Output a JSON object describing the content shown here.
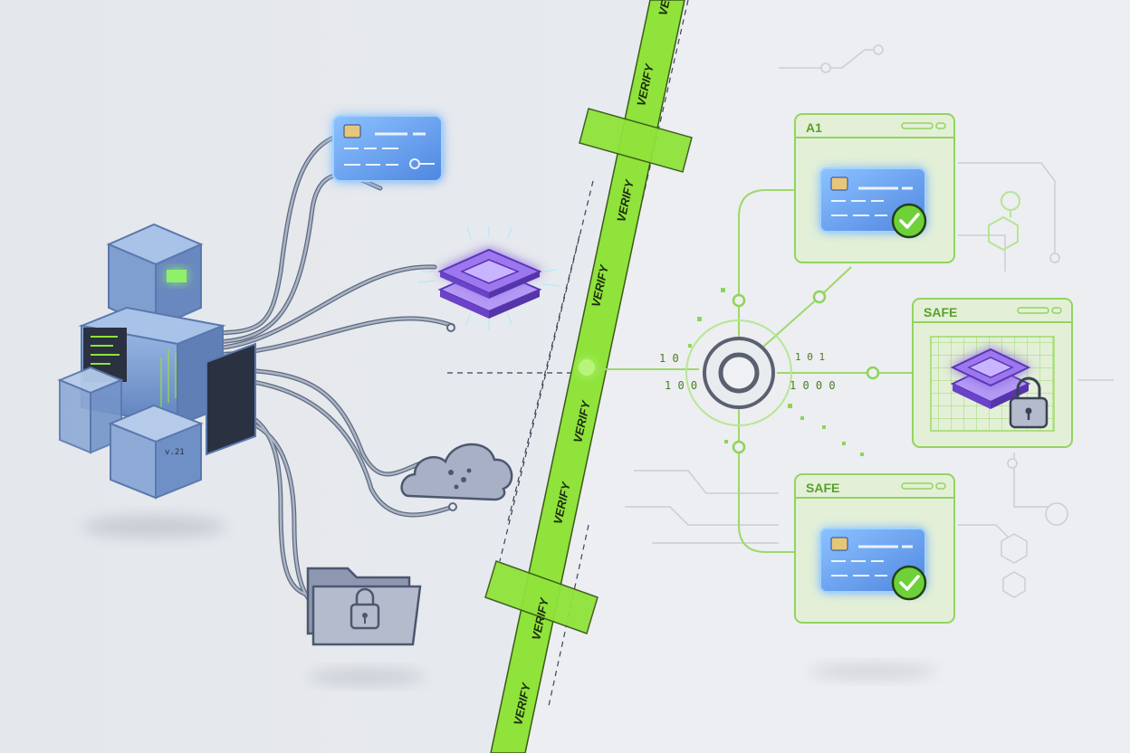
{
  "palette": {
    "background_left": "#e6e9ed",
    "background_right": "#eef0f3",
    "accent_green": "#8fe33a",
    "panel_green": "#b7e58c",
    "cube_blue": "#7f9fd0",
    "chip_purple": "#8a5fe0",
    "card_blue": "#6fa6f0",
    "cable_gray": "#6f7c92"
  },
  "tape": {
    "label": "VERIFY",
    "repeat_labels": [
      "VERIFY",
      "VERIFY",
      "VERIFY",
      "VERIFY",
      "VERIFY",
      "VERIFY",
      "VERIFY",
      "VERIFY"
    ]
  },
  "server_tag": "v.21",
  "binary": {
    "left_top": "1 0",
    "left_bottom": "1 0 0",
    "right_bottom": "1 0 0 0",
    "right_top": "1 0 1"
  },
  "panels": {
    "top_title": "A1",
    "middle_title": "SAFE",
    "bottom_title": "SAFE"
  },
  "icons": {
    "server": "server-cube-icon",
    "id_card": "id-card-icon",
    "chip": "processor-chip-icon",
    "cloud": "cloud-icon",
    "folder": "locked-folder-icon",
    "check": "check-badge-icon",
    "padlock": "padlock-icon",
    "target": "verification-node-icon"
  }
}
